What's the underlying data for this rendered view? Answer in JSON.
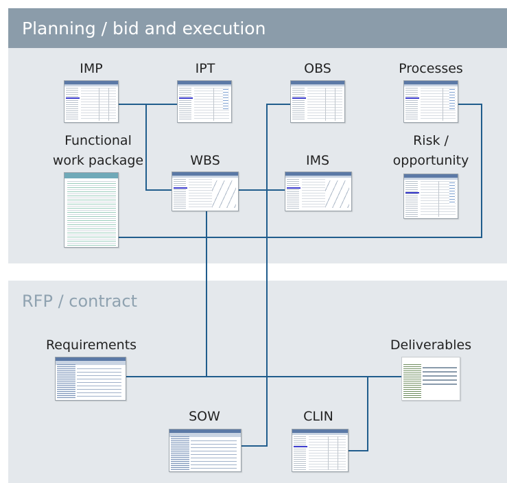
{
  "header": {
    "title": "Planning / bid and execution"
  },
  "contract_section": {
    "title": "RFP / contract"
  },
  "nodes": {
    "imp": {
      "label": "IMP"
    },
    "ipt": {
      "label": "IPT"
    },
    "obs": {
      "label": "OBS"
    },
    "processes": {
      "label": "Processes"
    },
    "functional_work_package": {
      "label": "Functional\nwork package"
    },
    "wbs": {
      "label": "WBS"
    },
    "ims": {
      "label": "IMS"
    },
    "risk_opportunity": {
      "label": "Risk /\nopportunity"
    },
    "requirements": {
      "label": "Requirements"
    },
    "deliverables": {
      "label": "Deliverables"
    },
    "sow": {
      "label": "SOW"
    },
    "clin": {
      "label": "CLIN"
    }
  },
  "colors": {
    "header_band": "#8b9caa",
    "panel": "#e4e8ec",
    "connector": "#1f5c8c",
    "section_title": "#8fa2b0"
  }
}
